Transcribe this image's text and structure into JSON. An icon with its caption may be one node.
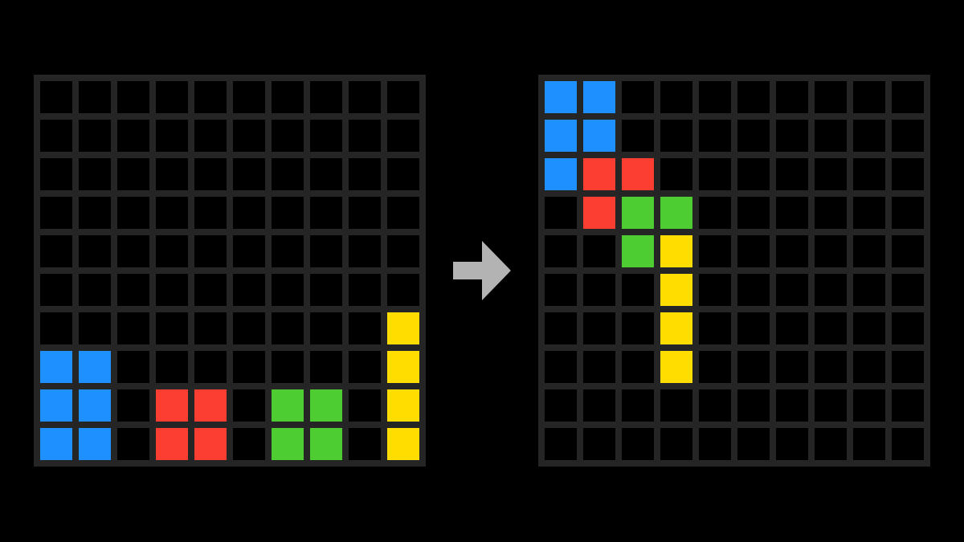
{
  "diagram": {
    "nodes": [
      {
        "text": [],
        "shape": "grid"
      },
      {
        "text": [],
        "shape": "grid"
      }
    ],
    "edges": [
      {
        "from": 0,
        "to": 1,
        "arrow": "to"
      }
    ]
  }
}
